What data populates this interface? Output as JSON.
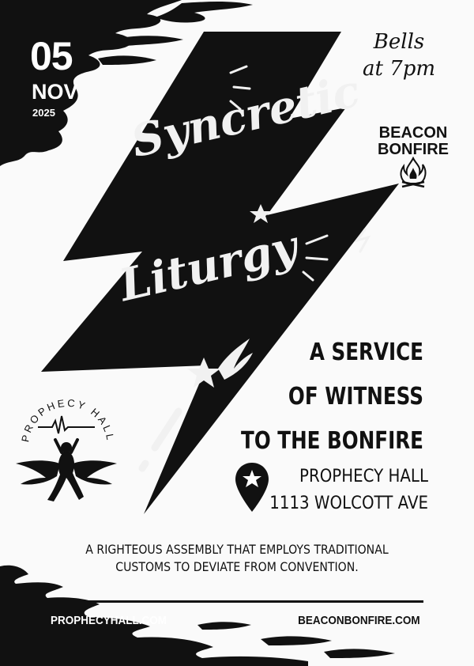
{
  "date": {
    "day": "05",
    "month": "NOV",
    "year": "2025"
  },
  "bells": {
    "line1": "Bells",
    "line2": "at 7pm"
  },
  "organizer": {
    "line1": "BEACON",
    "line2": "BONFIRE"
  },
  "title": {
    "line1": "Syncretic",
    "line2": "Liturgy"
  },
  "headline": {
    "line1": "A SERVICE",
    "line2": "OF WITNESS",
    "line3": "TO THE BONFIRE"
  },
  "venue": {
    "name": "PROPHECY HALL",
    "address": "1113 WOLCOTT AVE"
  },
  "description": "A righteous assembly that employs traditional customs to deviate from convention.",
  "venue_logo": {
    "text": "PROPHECY HALL"
  },
  "footer": {
    "left_link": "PROPHECYHALL.COM",
    "right_link": "BEACONBONFIRE.COM"
  },
  "colors": {
    "ink": "#111111",
    "paper": "#fafafa",
    "title": "#f1f1f1"
  },
  "icons": [
    "lightning-bolt-graphic",
    "star-icon",
    "shooting-star-icon",
    "location-pin-icon",
    "bonfire-icon",
    "angel-icon",
    "heartbeat-icon"
  ]
}
